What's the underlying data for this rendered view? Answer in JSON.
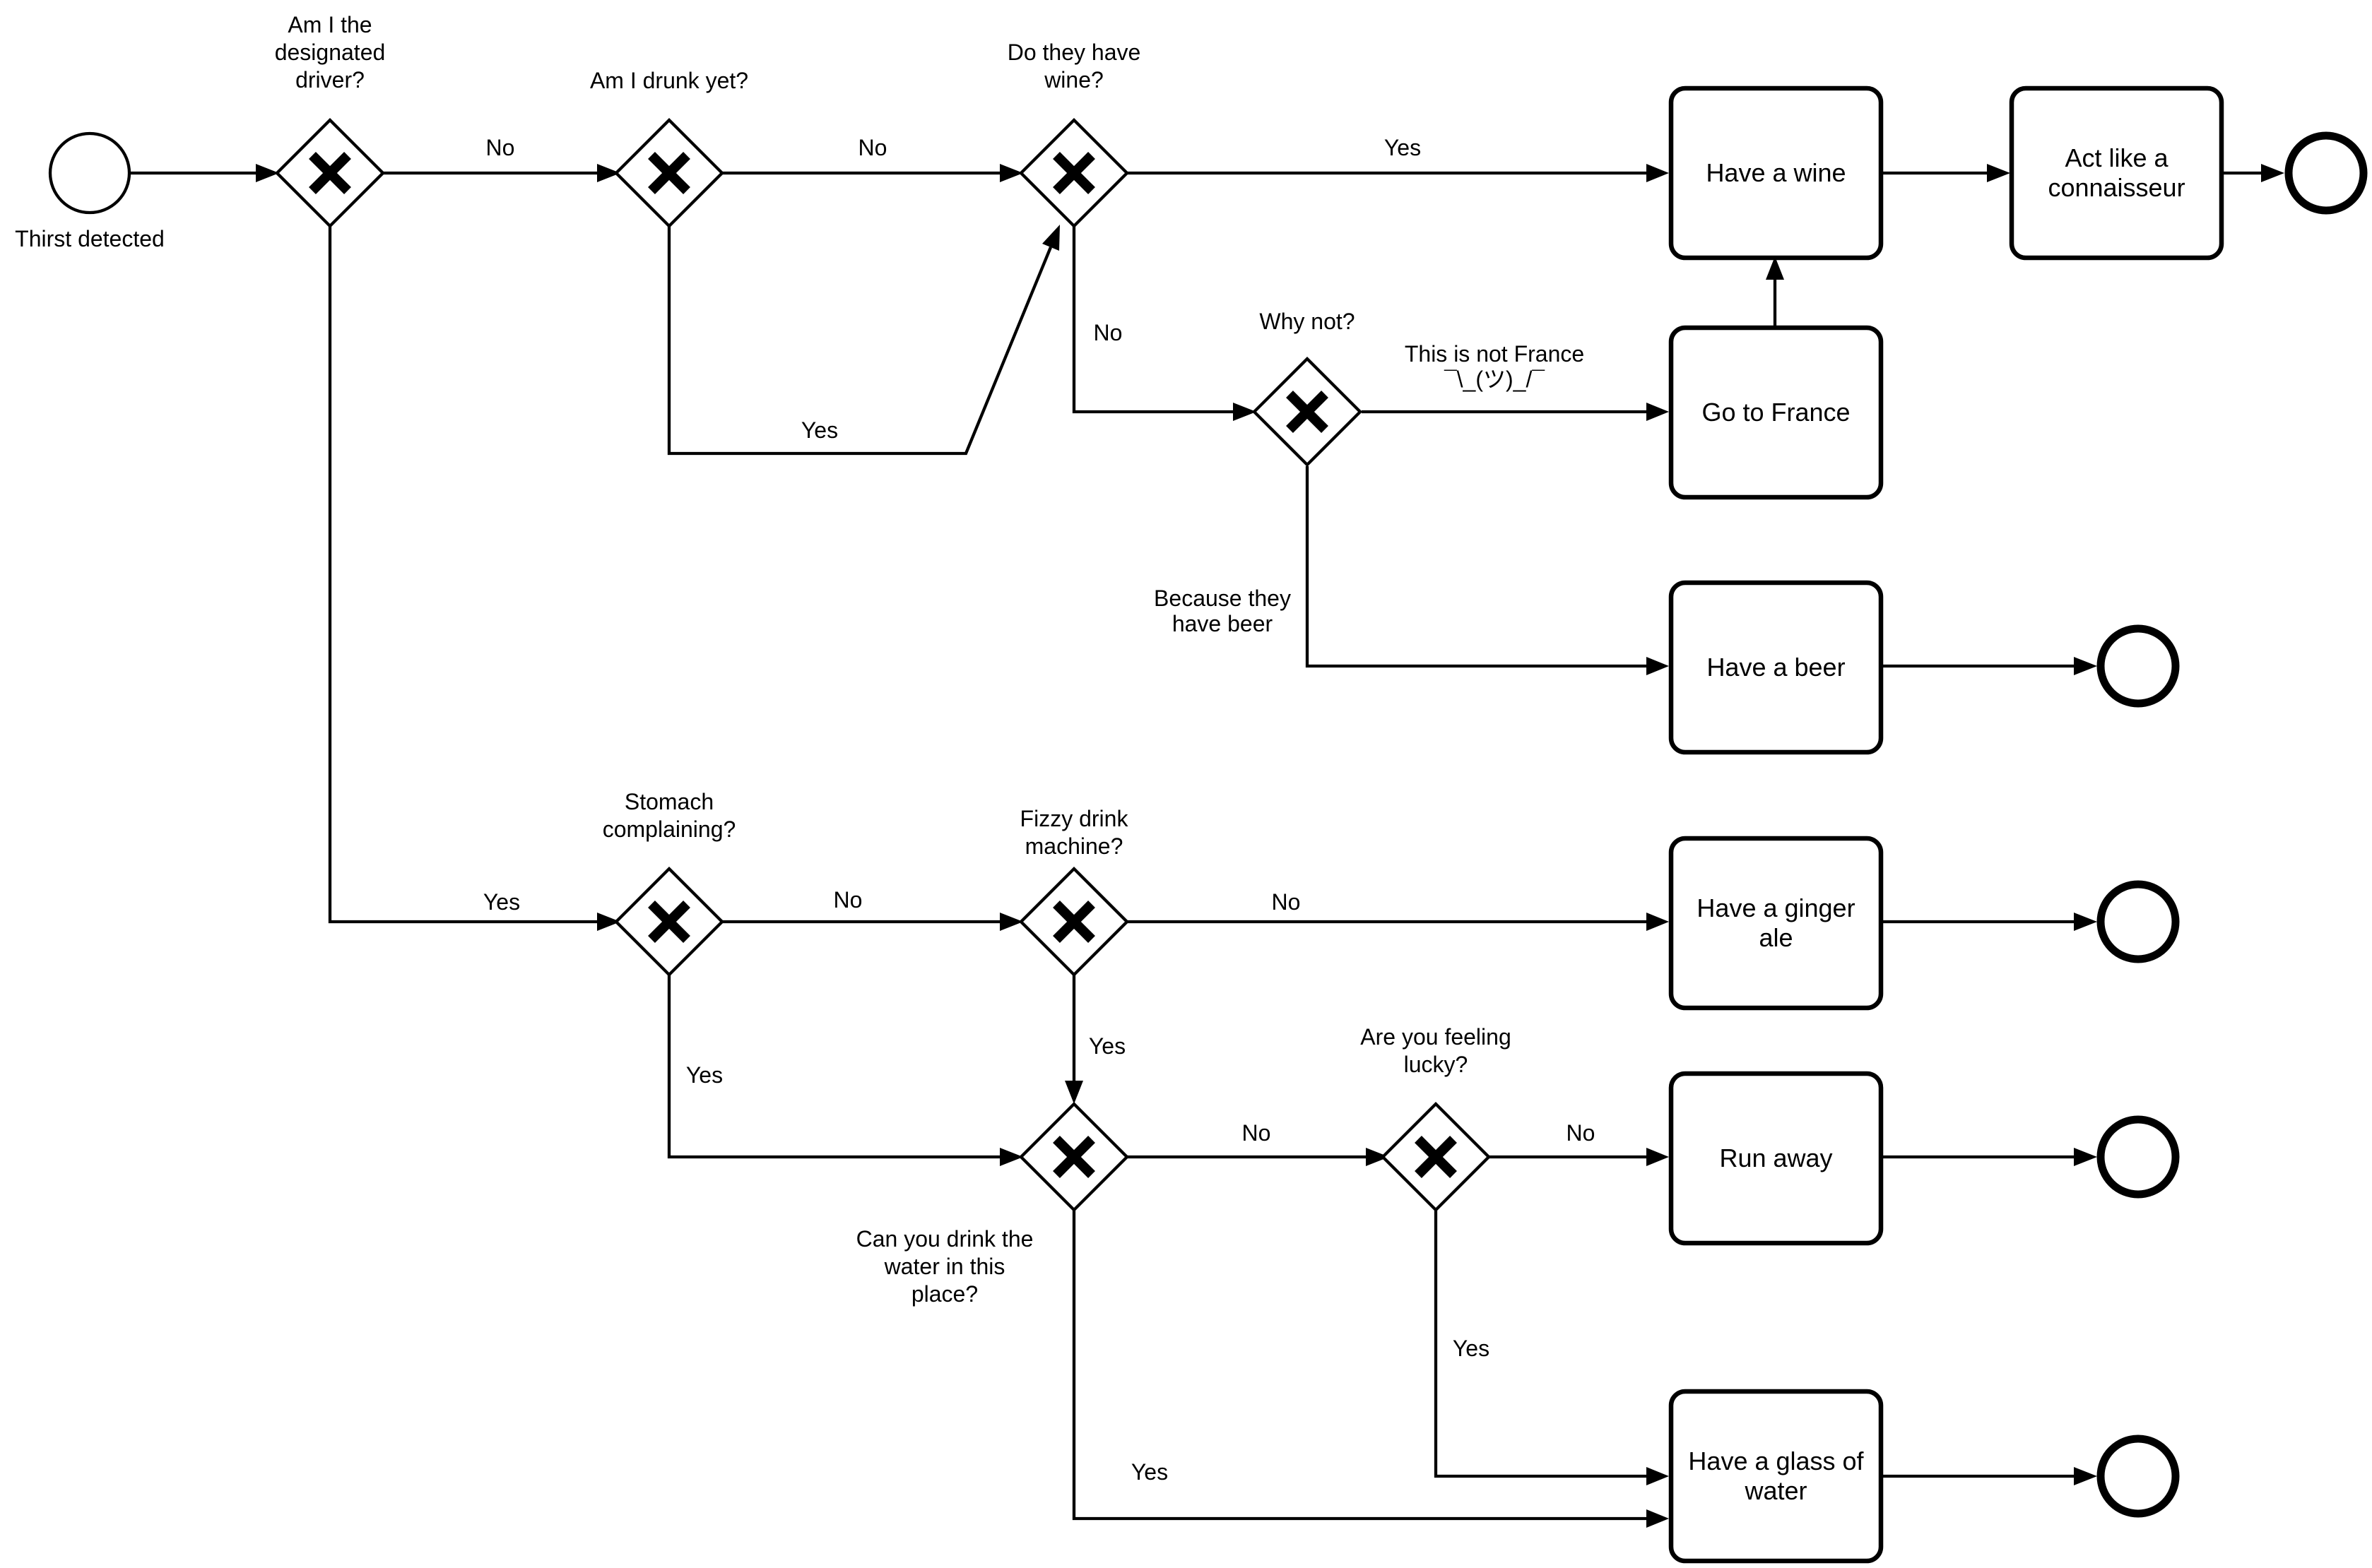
{
  "start_event": {
    "label": "Thirst detected"
  },
  "gateways": {
    "designated_driver": {
      "label": [
        "Am I the",
        "designated",
        "driver?"
      ]
    },
    "drunk_yet": {
      "label": [
        "Am I drunk yet?"
      ]
    },
    "have_wine": {
      "label": [
        "Do they have",
        "wine?"
      ]
    },
    "why_not": {
      "label": [
        "Why not?"
      ]
    },
    "stomach": {
      "label": [
        "Stomach",
        "complaining?"
      ]
    },
    "fizzy": {
      "label": [
        "Fizzy drink",
        "machine?"
      ]
    },
    "drink_water": {
      "label": [
        "Can you drink the",
        "water in this",
        "place?"
      ]
    },
    "feeling_lucky": {
      "label": [
        "Are you feeling",
        "lucky?"
      ]
    }
  },
  "tasks": {
    "wine": {
      "label": [
        "Have a wine"
      ]
    },
    "connoisseur": {
      "label": [
        "Act like a",
        "connaisseur"
      ]
    },
    "france": {
      "label": [
        "Go to France"
      ]
    },
    "beer": {
      "label": [
        "Have a beer"
      ]
    },
    "ginger": {
      "label": [
        "Have a ginger",
        "ale"
      ]
    },
    "run": {
      "label": [
        "Run away"
      ]
    },
    "water": {
      "label": [
        "Have a glass of",
        "water"
      ]
    }
  },
  "edge_labels": {
    "driver_no": "No",
    "drunk_no": "No",
    "drunk_yes": "Yes",
    "wine_yes": "Yes",
    "wine_no": "No",
    "not_france": [
      "This is not France",
      "¯\\_(ツ)_/¯"
    ],
    "because_beer": [
      "Because they",
      "have beer"
    ],
    "driver_yes": "Yes",
    "stomach_no": "No",
    "stomach_yes": "Yes",
    "fizzy_no": "No",
    "fizzy_yes": "Yes",
    "water_no": "No",
    "lucky_no": "No",
    "lucky_yes": "Yes",
    "water_yes": "Yes"
  }
}
